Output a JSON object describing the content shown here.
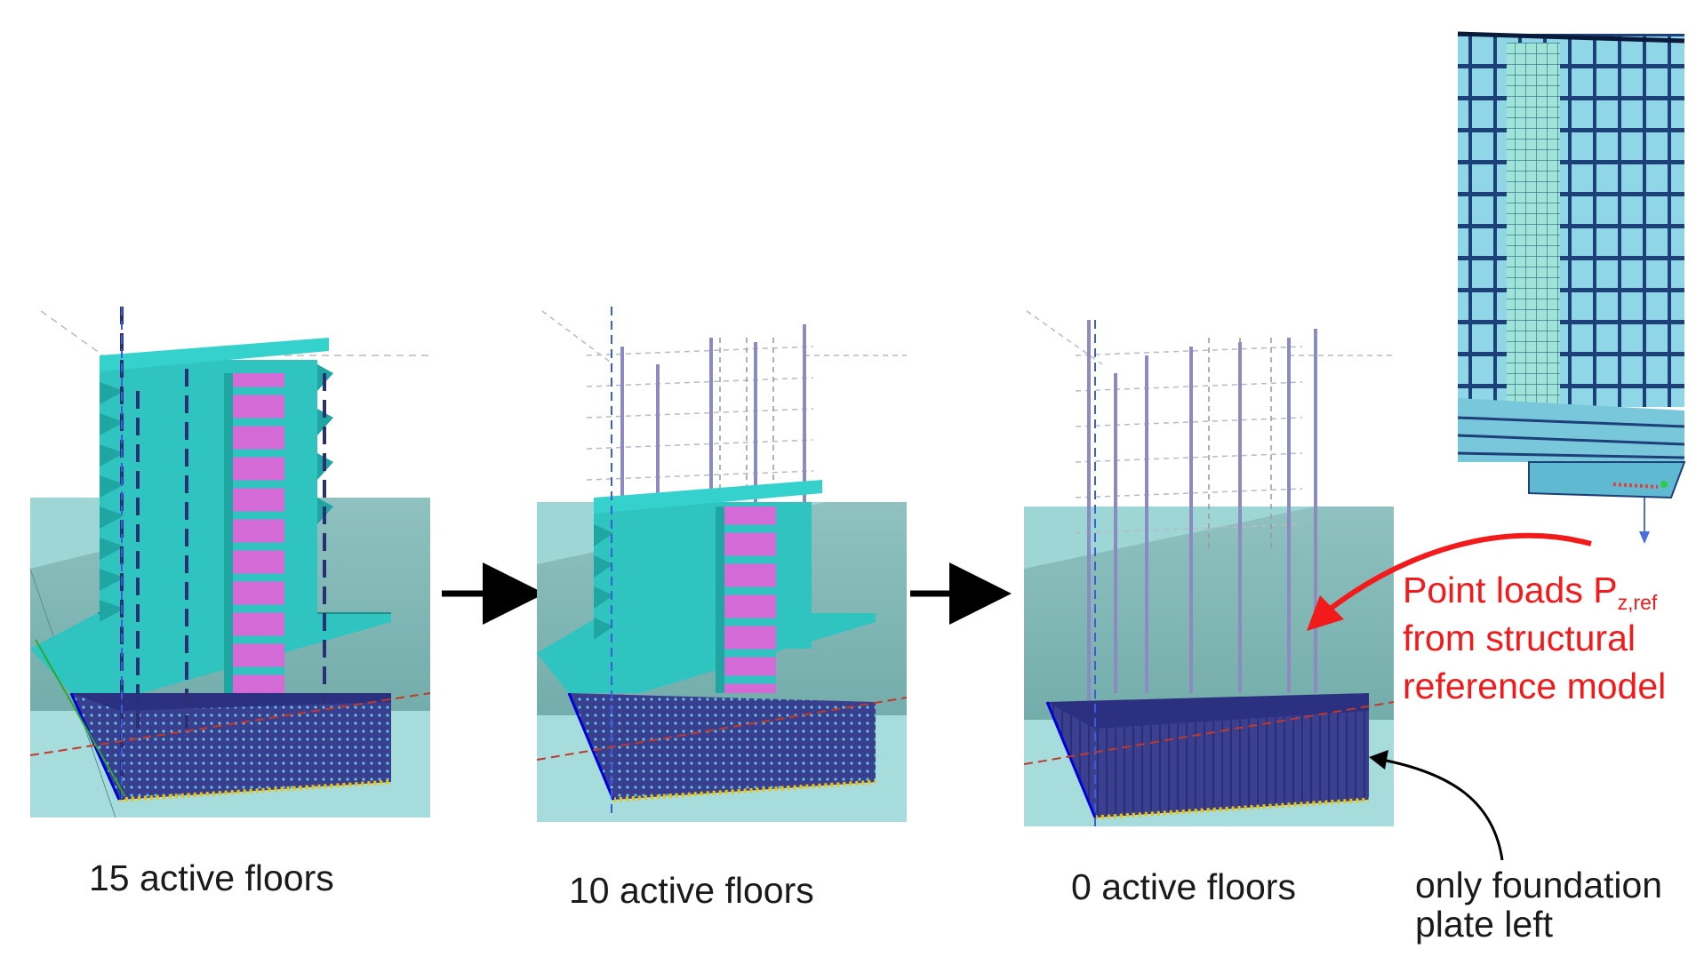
{
  "stages": [
    {
      "active_floors": 15,
      "caption": "15 active floors"
    },
    {
      "active_floors": 10,
      "caption": "10 active floors"
    },
    {
      "active_floors": 0,
      "caption": "0 active floors"
    }
  ],
  "notes": {
    "point_loads_line1_main": "Point loads P",
    "point_loads_line1_sub": "z,ref",
    "point_loads_line2": "from structural",
    "point_loads_line3": "reference model",
    "foundation_line1": "only foundation",
    "foundation_line2": "plate left"
  },
  "colors": {
    "soil_upper": "#7fb5b2",
    "soil_lower": "#9ed6d6",
    "floor_slab": "#2fc4c0",
    "core_wall": "#d36ad6",
    "foundation": "#3b3f8f",
    "load_annotation": "#f21a1a"
  }
}
